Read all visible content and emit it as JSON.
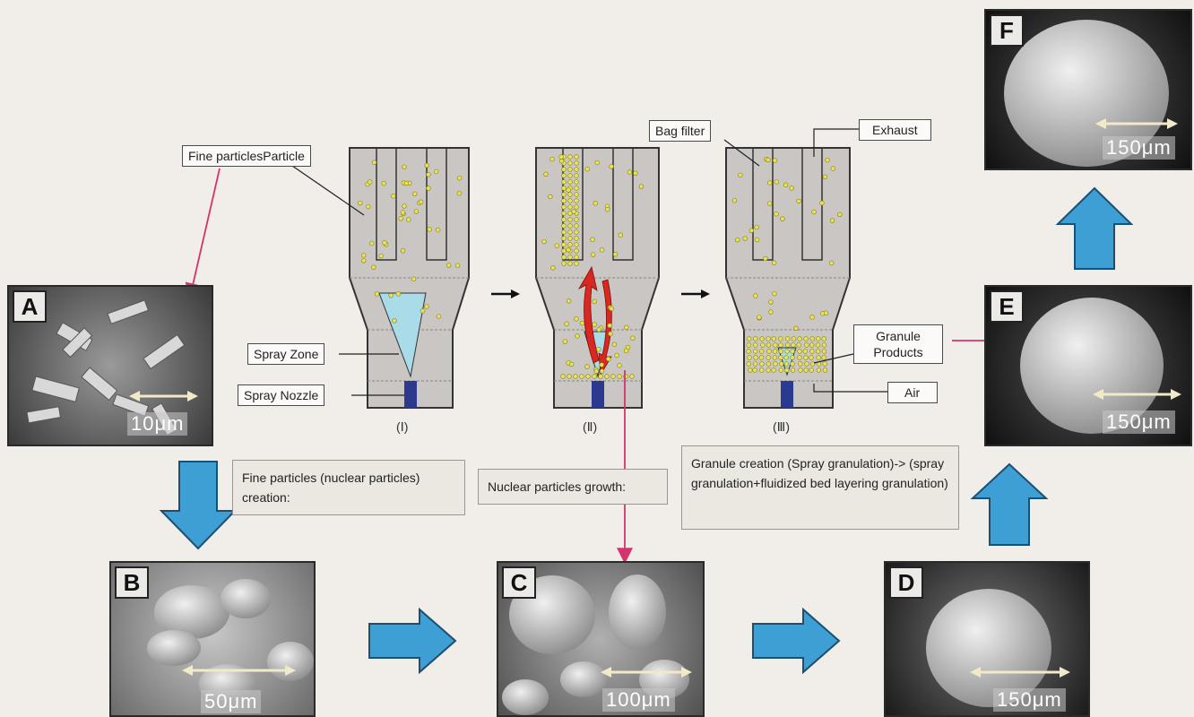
{
  "labels": {
    "fine_particles": "Fine particlesParticle",
    "spray_zone": "Spray Zone",
    "spray_nozzle": "Spray Nozzle",
    "bag_filter": "Bag filter",
    "exhaust": "Exhaust",
    "granule_products": "Granule\nProducts",
    "air": "Air"
  },
  "stages": [
    "(Ⅰ)",
    "(Ⅱ)",
    "(Ⅲ)"
  ],
  "captions": {
    "creation": "Fine particles (nuclear particles) creation:",
    "growth": "Nuclear particles growth:",
    "granulation": "Granule creation (Spray granulation)-> (spray granulation+fluidized bed layering granulation)"
  },
  "photos": [
    {
      "letter": "A",
      "scale": "10μm"
    },
    {
      "letter": "B",
      "scale": "50μm"
    },
    {
      "letter": "C",
      "scale": "100μm"
    },
    {
      "letter": "D",
      "scale": "150μm"
    },
    {
      "letter": "E",
      "scale": "150μm"
    },
    {
      "letter": "F",
      "scale": "150μm"
    }
  ],
  "colors": {
    "blue_arrow": "#3d9fd3",
    "pink_line": "#d6336c",
    "chamber": "#c9c6c4",
    "particle": "#e8e25a",
    "nozzle": "#2b3a8f",
    "spray_cone": "#a9dbe8",
    "flow_arrow": "#d8281f"
  }
}
